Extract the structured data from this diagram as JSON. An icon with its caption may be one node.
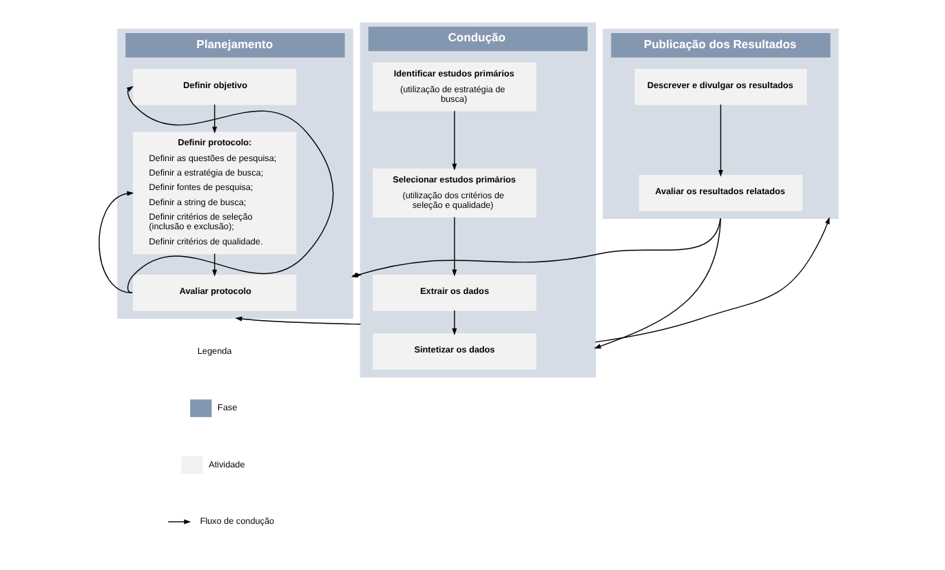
{
  "diagram": {
    "nodes": [
      {
        "text": [
          "Planejamento"
        ]
      },
      {
        "text": [
          "Definir objetivo"
        ],
        "in": 0
      },
      {
        "text": [
          "Definir protocolo:",
          "Definir as questões de pesquisa;",
          "Definir a estratégia de busca;",
          "Definir fontes de pesquisa;",
          "Definir a string de busca;",
          "Definir critérios de seleção (inclusão e exclusão);",
          "Definir critérios de qualidade."
        ],
        "in": 0
      },
      {
        "text": [
          "Avaliar protocolo"
        ],
        "in": 0
      },
      {
        "text": [
          "Condução"
        ]
      },
      {
        "text": [
          "Identificar estudos primários",
          "(utilização de estratégia de busca)"
        ],
        "in": 4
      },
      {
        "text": [
          "Selecionar estudos primários",
          "(utilização dos critérios de seleção e qualidade)"
        ],
        "in": 4
      },
      {
        "text": [
          "Extrair os dados"
        ],
        "in": 4
      },
      {
        "text": [
          "Sintetizar os dados"
        ],
        "in": 4
      },
      {
        "text": [
          "Publicação dos Resultados"
        ]
      },
      {
        "text": [
          "Descrever e divulgar os resultados"
        ],
        "in": 9
      },
      {
        "text": [
          "Avaliar os resultados relatados"
        ],
        "in": 9
      }
    ],
    "edges": [
      {
        "from": 1,
        "to": 2,
        "arrow": "to"
      },
      {
        "from": 2,
        "to": 3,
        "arrow": "to"
      },
      {
        "from": 3,
        "to": 1,
        "arrow": "to"
      },
      {
        "from": 3,
        "to": 2,
        "arrow": "to"
      },
      {
        "from": 0,
        "to": 4,
        "arrow": "to"
      },
      {
        "from": 4,
        "to": 9,
        "arrow": "to"
      },
      {
        "from": 5,
        "to": 6,
        "arrow": "to"
      },
      {
        "from": 6,
        "to": 7,
        "arrow": "to"
      },
      {
        "from": 7,
        "to": 8,
        "arrow": "to"
      },
      {
        "from": 10,
        "to": 11,
        "arrow": "to"
      },
      {
        "from": 9,
        "to": 0,
        "arrow": "to"
      },
      {
        "from": 9,
        "to": 4,
        "arrow": "to"
      },
      {
        "from": 4,
        "to": 0,
        "arrow": "to"
      }
    ],
    "labels": [
      "Legenda"
    ],
    "legend": [
      {
        "text": "Fase",
        "color": "#8497b0"
      },
      {
        "text": "Atividade",
        "color": "#f2f2f2"
      },
      {
        "text": "Fluxo de condução"
      }
    ]
  }
}
